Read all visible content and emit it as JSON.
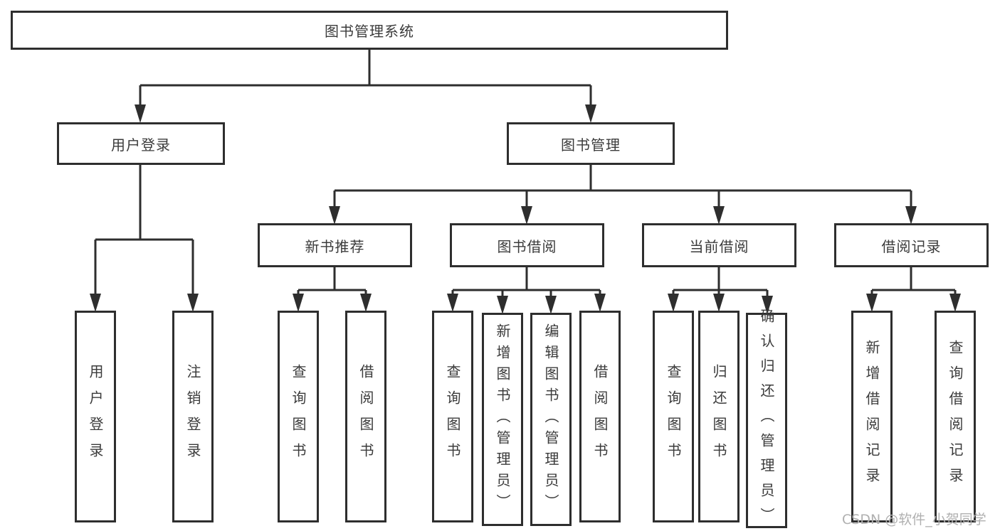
{
  "colors": {
    "line": "#2e2e2e",
    "box_border": "#2e2e2e",
    "text": "#3b3b3b",
    "background": "#ffffff",
    "watermark": "#b0b0b0"
  },
  "tree": {
    "root": {
      "label": "图书管理系统"
    },
    "branches": [
      {
        "label": "用户登录",
        "children": [
          {
            "label": "用户登录"
          },
          {
            "label": "注销登录"
          }
        ]
      },
      {
        "label": "图书管理",
        "children": [
          {
            "label": "新书推荐",
            "children": [
              {
                "label": "查询图书"
              },
              {
                "label": "借阅图书"
              }
            ]
          },
          {
            "label": "图书借阅",
            "children": [
              {
                "label": "查询图书"
              },
              {
                "label": "新增图书（管理员）"
              },
              {
                "label": "编辑图书（管理员）"
              },
              {
                "label": "借阅图书"
              }
            ]
          },
          {
            "label": "当前借阅",
            "children": [
              {
                "label": "查询图书"
              },
              {
                "label": "归还图书"
              },
              {
                "label": "确认归还（管理员）"
              }
            ]
          },
          {
            "label": "借阅记录",
            "children": [
              {
                "label": "新增借阅记录"
              },
              {
                "label": "查询借阅记录"
              }
            ]
          }
        ]
      }
    ]
  },
  "watermark": {
    "text": "CSDN @软件_小贺同学"
  }
}
